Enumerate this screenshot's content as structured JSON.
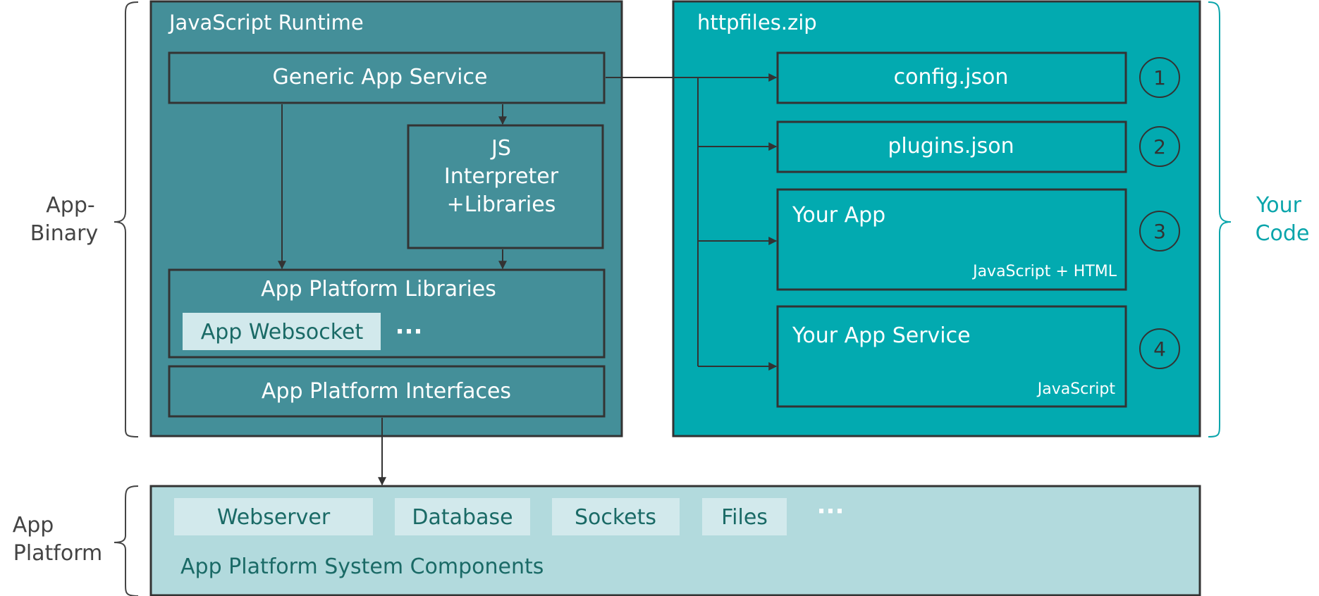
{
  "side_labels": {
    "app_binary_line1": "App-",
    "app_binary_line2": "Binary",
    "app_platform_line1": "App",
    "app_platform_line2": "Platform",
    "your_code_line1": "Your",
    "your_code_line2": "Code"
  },
  "runtime": {
    "title": "JavaScript Runtime",
    "generic_service": "Generic App Service",
    "js_line1": "JS",
    "js_line2": "Interpreter",
    "js_line3": "+Libraries",
    "platform_libraries": "App Platform Libraries",
    "websocket": "App Websocket",
    "ellipsis": "···",
    "platform_interfaces": "App Platform Interfaces"
  },
  "httpfiles": {
    "title": "httpfiles.zip",
    "config": "config.json",
    "plugins": "plugins.json",
    "your_app": "Your App",
    "your_app_sub": "JavaScript + HTML",
    "your_service": "Your App Service",
    "your_service_sub": "JavaScript",
    "num1": "1",
    "num2": "2",
    "num3": "3",
    "num4": "4"
  },
  "platform": {
    "webserver": "Webserver",
    "database": "Database",
    "sockets": "Sockets",
    "files": "Files",
    "ellipsis": "···",
    "caption": "App Platform System Components"
  },
  "colors": {
    "runtime_fill": "#448f99",
    "httpfiles_fill": "#02aab0",
    "platform_fill": "#b2dadd",
    "chip_fill": "#d2e9ec",
    "dark_text": "#1a6a66",
    "accent_teal": "#0aa5ab",
    "border": "#333333"
  }
}
